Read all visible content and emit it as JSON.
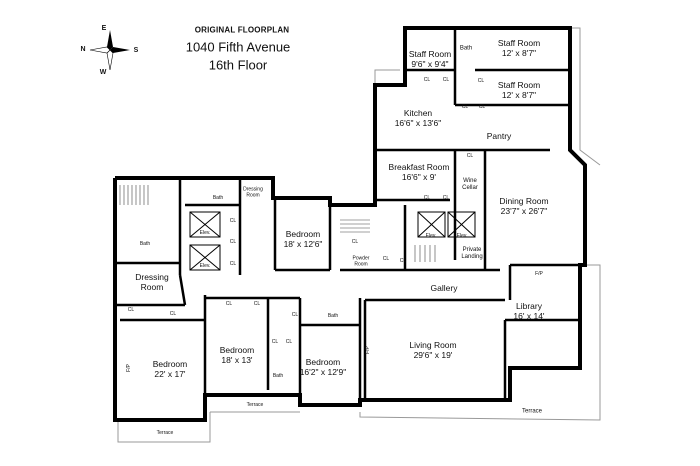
{
  "header": {
    "subtitle": "ORIGINAL FLOORPLAN",
    "address": "1040 Fifth Avenue",
    "floor": "16th Floor"
  },
  "compass": {
    "n": "N",
    "e": "E",
    "s": "S",
    "w": "W"
  },
  "rooms": {
    "staff_room_1": {
      "name": "Staff Room",
      "size": "9'6\" x 9'4\""
    },
    "staff_bath": {
      "name": "Bath"
    },
    "staff_room_2": {
      "name": "Staff Room",
      "size": "12' x 8'7\""
    },
    "staff_room_3": {
      "name": "Staff Room",
      "size": "12' x 8'7\""
    },
    "kitchen": {
      "name": "Kitchen",
      "size": "16'6\" x 13'6\""
    },
    "pantry": {
      "name": "Pantry"
    },
    "breakfast_room": {
      "name": "Breakfast Room",
      "size": "16'6\" x 9'"
    },
    "wine_cellar": {
      "name": "Wine Cellar"
    },
    "dining_room": {
      "name": "Dining Room",
      "size": "23'7\" x 26'7\""
    },
    "elev_1": {
      "name": "Elev."
    },
    "elev_2": {
      "name": "Elev."
    },
    "private_landing": {
      "name": "Private Landing"
    },
    "powder_room": {
      "name": "Powder Room"
    },
    "bath_upper": {
      "name": "Bath"
    },
    "dressing_room_upper": {
      "name": "Dressing Room"
    },
    "bedroom_1": {
      "name": "Bedroom",
      "size": "18' x 12'6\""
    },
    "elev_3": {
      "name": "Elev."
    },
    "elev_4": {
      "name": "Elev."
    },
    "bath_left": {
      "name": "Bath"
    },
    "dressing_room_left": {
      "name": "Dressing Room"
    },
    "gallery": {
      "name": "Gallery"
    },
    "library": {
      "name": "Library",
      "size": "16' x 14'"
    },
    "bedroom_2": {
      "name": "Bedroom",
      "size": "22' x 17'"
    },
    "bedroom_3": {
      "name": "Bedroom",
      "size": "18' x 13'"
    },
    "bath_mid": {
      "name": "Bath"
    },
    "bedroom_4": {
      "name": "Bedroom",
      "size": "16'2\" x 12'9\""
    },
    "bath_right": {
      "name": "Bath"
    },
    "living_room": {
      "name": "Living Room",
      "size": "29'6\" x 19'"
    }
  },
  "fireplace": "F/P",
  "closet": "CL",
  "terraces": [
    "Terrace",
    "Terrace",
    "Terrace"
  ]
}
